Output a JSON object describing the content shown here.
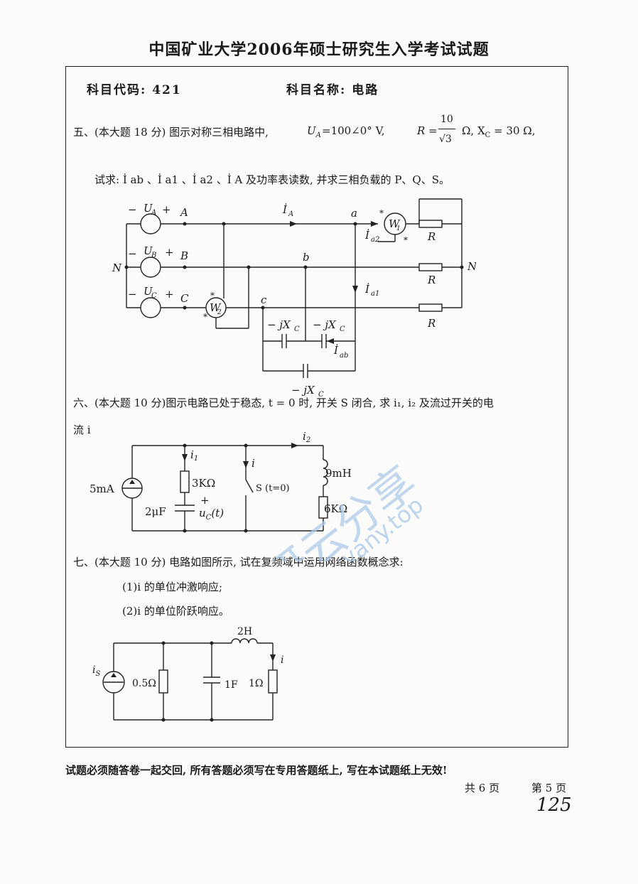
{
  "page_title": "中国矿业大学2006年硕士研究生入学考试试题",
  "subject_code": "科目代码: 421",
  "subject_name": "科目名称: 电路",
  "q5": {
    "line1_a": "五、(本大题 18 分) 图示对称三相电路中,",
    "line1_b": "U",
    "line1_c": "A",
    "line1_d": "=100∠0° V,",
    "line1_e": "R =",
    "line1_f": "10",
    "line1_g": "√3",
    "line1_h": "Ω, X",
    "line1_i": "C",
    "line1_j": "= 30 Ω,",
    "line2": "试求: İ ab 、İ a1 、İ a2 、İ A 及功率表读数, 并求三相负载的 P、Q、S。"
  },
  "circuit1": {
    "labels": [
      "U",
      "A",
      "+",
      "U",
      "B",
      "+",
      "U",
      "C",
      "+",
      "−",
      "−",
      "−",
      "A",
      "B",
      "C",
      "N",
      "N′",
      "a",
      "b",
      "c",
      "İ",
      "A",
      "İ",
      "a2",
      "İ",
      "a1",
      "İ",
      "ab",
      "W",
      "1",
      "W",
      "2",
      "R",
      "R",
      "R",
      "− jX",
      "C",
      "− jX",
      "C",
      "− jX",
      "C",
      "*",
      "*",
      "*",
      "*"
    ]
  },
  "q6": {
    "line1": "六、(本大题 10 分)图示电路已处于稳态, t = 0 时, 开关 S 闭合, 求 i₁, i₂ 及流过开关的电",
    "line2": "流 i"
  },
  "circuit2": {
    "source": "5mA",
    "r1": "3KΩ",
    "cap": "2μF",
    "uc": "u",
    "uc_sub": "C",
    "uc_t": "(t)",
    "uc_plus": "+",
    "switch": "S (t=0)",
    "inductor": "9mH",
    "r2": "6KΩ",
    "i1": "i",
    "i1_sub": "1",
    "i2": "i",
    "i2_sub": "2",
    "i": "i"
  },
  "q7": {
    "line1": "七、(本大题 10 分) 电路如图所示, 试在复频域中运用网络函数概念求:",
    "item1": "(1)i 的单位冲激响应;",
    "item2": "(2)i 的单位阶跃响应。"
  },
  "circuit3": {
    "is": "i",
    "is_sub": "S",
    "r1": "0.5Ω",
    "cap": "1F",
    "ind": "2H",
    "r2": "1Ω",
    "i": "i"
  },
  "footer": {
    "notice": "试题必须随答卷一起交回, 所有答题必须写在专用答题纸上, 写在本试题纸上无效!",
    "total": "共 6 页",
    "page": "第 5 页",
    "handwritten": "125"
  },
  "watermark": {
    "cn": "考研云分享",
    "url": "kaoyany.top"
  }
}
